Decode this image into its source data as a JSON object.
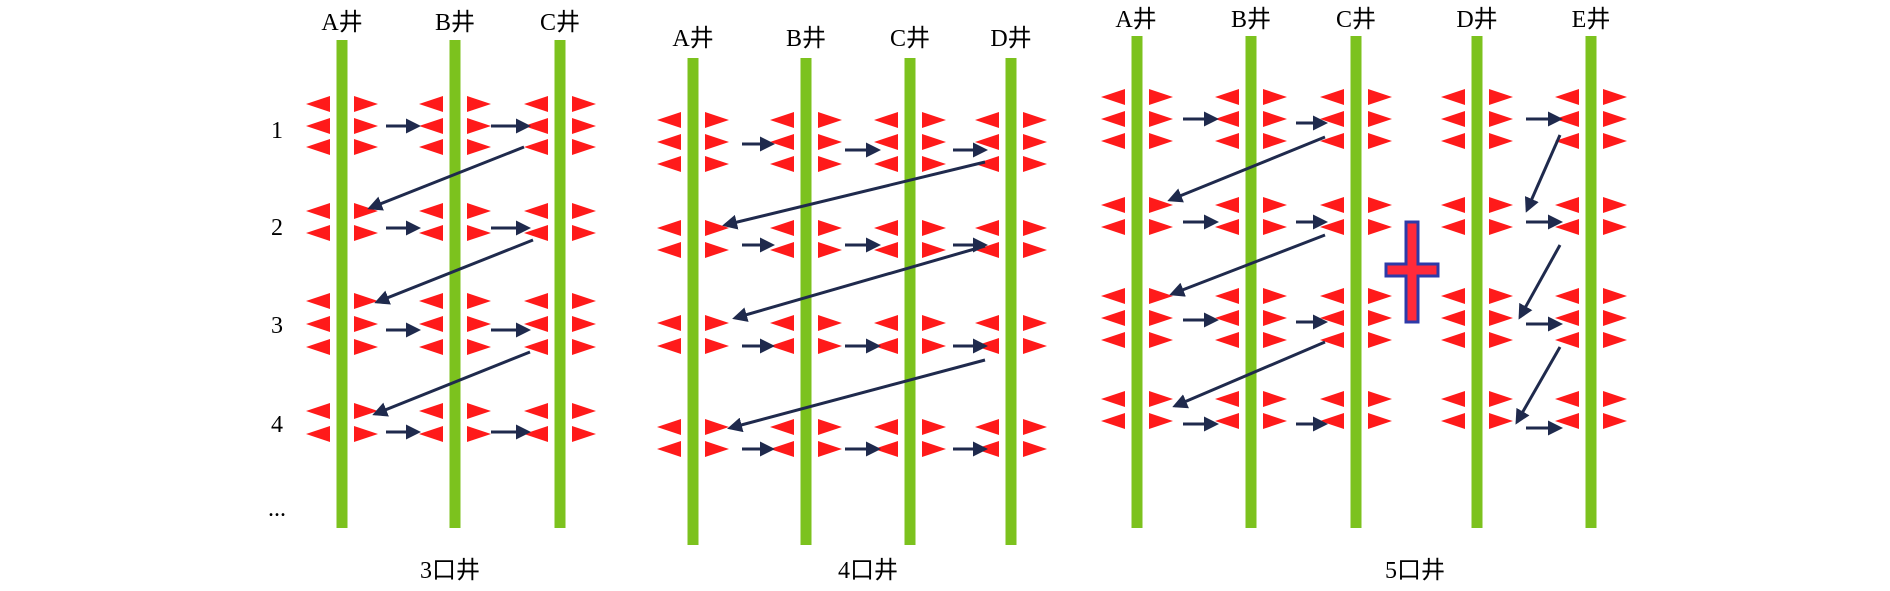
{
  "colors": {
    "well": "#7cc21e",
    "perforation": "#ff1a1a",
    "arrow": "#1f2a4d",
    "plug_fill": "#ff2a3a",
    "plug_stroke": "#2d3aa8"
  },
  "row_labels": [
    "1",
    "2",
    "3",
    "4"
  ],
  "ellipsis": "...",
  "panels": [
    {
      "caption": "3口井",
      "wells": [
        "A井",
        "B井",
        "C井"
      ]
    },
    {
      "caption": "4口井",
      "wells": [
        "A井",
        "B井",
        "C井",
        "D井"
      ]
    },
    {
      "caption": "5口井",
      "wells": [
        "A井",
        "B井",
        "C井",
        "D井",
        "E井"
      ],
      "bridge_plug": "plug-icon"
    }
  ]
}
